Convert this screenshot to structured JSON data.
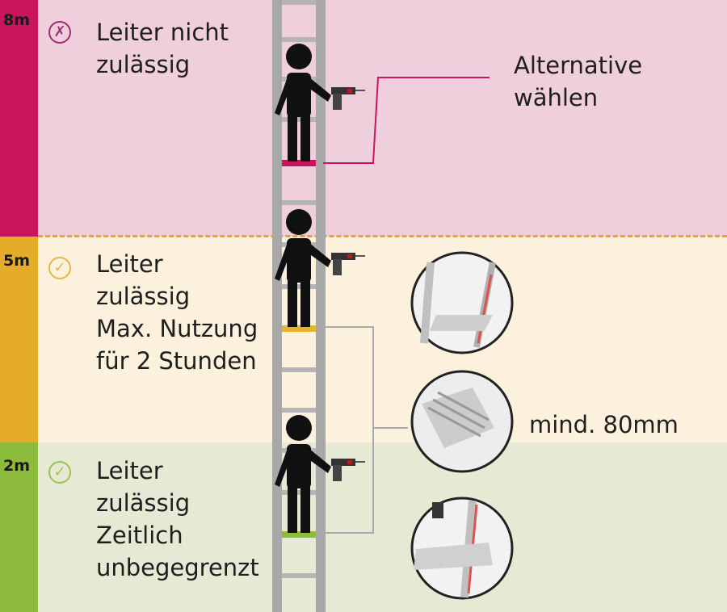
{
  "zones": {
    "top": {
      "height_label": "8m",
      "status_icon": "cross-circle-icon",
      "line1": "Leiter nicht",
      "line2": "zulässig"
    },
    "mid": {
      "height_label": "5m",
      "status_icon": "check-circle-icon",
      "line1": "Leiter",
      "line2": "zulässig",
      "line3": "Max. Nutzung",
      "line4": "für 2 Stunden"
    },
    "bot": {
      "height_label": "2m",
      "status_icon": "check-circle-icon",
      "line1": "Leiter",
      "line2": "zulässig",
      "line3": "Zeitlich",
      "line4": "unbegegrenzt"
    }
  },
  "callouts": {
    "alternative_line1": "Alternative",
    "alternative_line2": "wählen",
    "step_depth": "mind. 80mm"
  },
  "icons": {
    "cross": "✗",
    "check": "✓"
  },
  "colors": {
    "red_zone": "#c8155e",
    "amber_zone": "#e4ac28",
    "green_zone": "#8dbb3c",
    "callout_line_red": "#c8155e",
    "callout_line_grey": "#aaaaaa"
  }
}
